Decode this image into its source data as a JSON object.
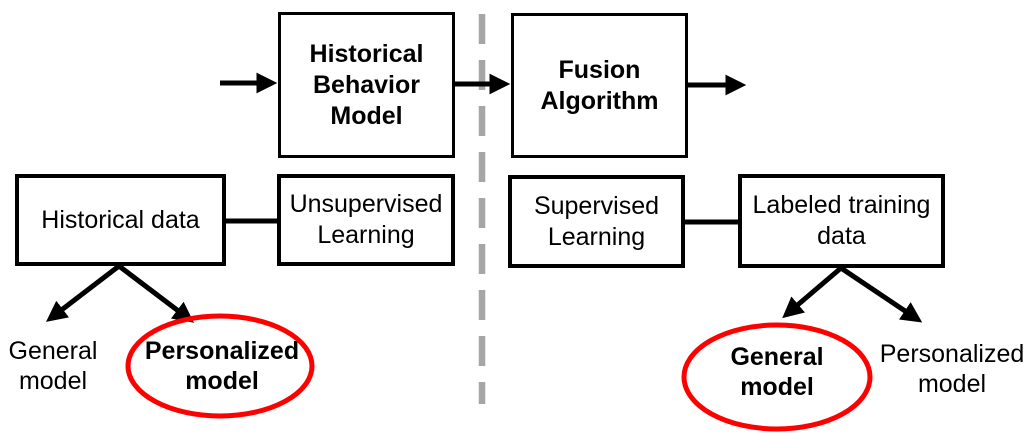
{
  "diagram": {
    "title": "",
    "left_panel": {
      "top_box_label": "Historical\nBehavior\nModel",
      "data_box_label": "Historical data",
      "learning_box_label": "Unsupervised\nLearning",
      "outcome_plain_label": "General\nmodel",
      "outcome_circled_label": "Personalized\nmodel"
    },
    "right_panel": {
      "top_box_label": "Fusion\nAlgorithm",
      "learning_box_label": "Supervised\nLearning",
      "data_box_label": "Labeled training\ndata",
      "outcome_circled_label": "General\nmodel",
      "outcome_plain_label": "Personalized\nmodel"
    },
    "colors": {
      "ink": "#000000",
      "highlight_ellipse": "#ff0000",
      "divider": "#a6a6a6",
      "background": "#ffffff"
    }
  }
}
